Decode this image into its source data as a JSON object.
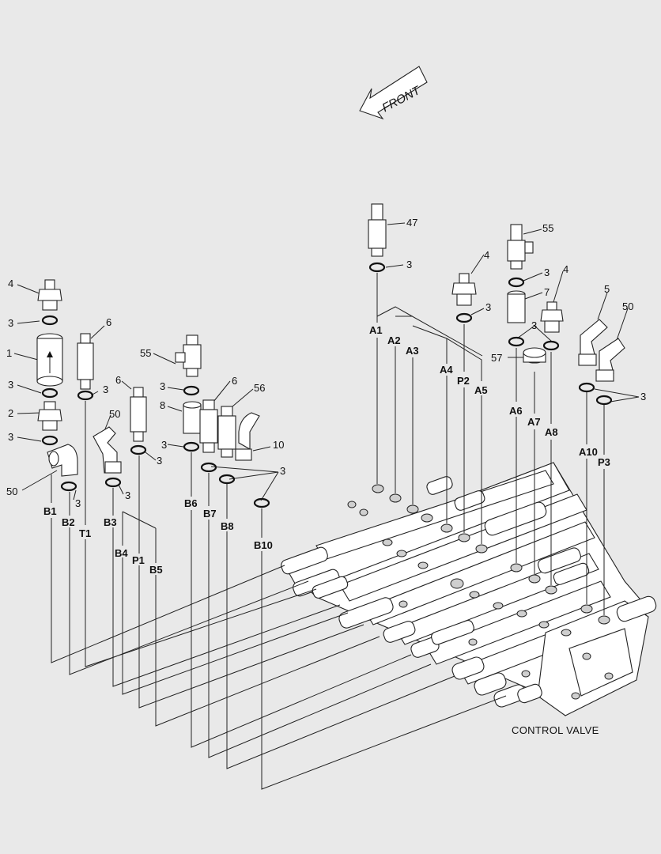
{
  "front_label": "FRONT",
  "caption": "CONTROL VALVE",
  "callouts": [
    {
      "id": "c4a",
      "text": "4"
    },
    {
      "id": "c3a",
      "text": "3"
    },
    {
      "id": "c1",
      "text": "1"
    },
    {
      "id": "c3b",
      "text": "3"
    },
    {
      "id": "c2",
      "text": "2"
    },
    {
      "id": "c3c",
      "text": "3"
    },
    {
      "id": "c50a",
      "text": "50"
    },
    {
      "id": "c3d",
      "text": "3"
    },
    {
      "id": "c6a",
      "text": "6"
    },
    {
      "id": "c3e",
      "text": "3"
    },
    {
      "id": "c50b",
      "text": "50"
    },
    {
      "id": "c3f",
      "text": "3"
    },
    {
      "id": "c6b",
      "text": "6"
    },
    {
      "id": "c3g",
      "text": "3"
    },
    {
      "id": "c55a",
      "text": "55"
    },
    {
      "id": "c3h",
      "text": "3"
    },
    {
      "id": "c8",
      "text": "8"
    },
    {
      "id": "c3i",
      "text": "3"
    },
    {
      "id": "c6c",
      "text": "6"
    },
    {
      "id": "c56",
      "text": "56"
    },
    {
      "id": "c10",
      "text": "10"
    },
    {
      "id": "c3j",
      "text": "3"
    },
    {
      "id": "c47",
      "text": "47"
    },
    {
      "id": "c3k",
      "text": "3"
    },
    {
      "id": "c4b",
      "text": "4"
    },
    {
      "id": "c3l",
      "text": "3"
    },
    {
      "id": "c55b",
      "text": "55"
    },
    {
      "id": "c3m",
      "text": "3"
    },
    {
      "id": "c7",
      "text": "7"
    },
    {
      "id": "c4c",
      "text": "4"
    },
    {
      "id": "c3n",
      "text": "3"
    },
    {
      "id": "c57",
      "text": "57"
    },
    {
      "id": "c5",
      "text": "5"
    },
    {
      "id": "c50c",
      "text": "50"
    },
    {
      "id": "c3o",
      "text": "3"
    }
  ],
  "ports": [
    {
      "id": "B1",
      "text": "B1"
    },
    {
      "id": "B2",
      "text": "B2"
    },
    {
      "id": "T1",
      "text": "T1"
    },
    {
      "id": "B3",
      "text": "B3"
    },
    {
      "id": "B4",
      "text": "B4"
    },
    {
      "id": "P1",
      "text": "P1"
    },
    {
      "id": "B5",
      "text": "B5"
    },
    {
      "id": "B6",
      "text": "B6"
    },
    {
      "id": "B7",
      "text": "B7"
    },
    {
      "id": "B8",
      "text": "B8"
    },
    {
      "id": "B10",
      "text": "B10"
    },
    {
      "id": "A1",
      "text": "A1"
    },
    {
      "id": "A2",
      "text": "A2"
    },
    {
      "id": "A3",
      "text": "A3"
    },
    {
      "id": "A4",
      "text": "A4"
    },
    {
      "id": "P2",
      "text": "P2"
    },
    {
      "id": "A5",
      "text": "A5"
    },
    {
      "id": "A6",
      "text": "A6"
    },
    {
      "id": "A7",
      "text": "A7"
    },
    {
      "id": "A8",
      "text": "A8"
    },
    {
      "id": "A10",
      "text": "A10"
    },
    {
      "id": "P3",
      "text": "P3"
    }
  ]
}
